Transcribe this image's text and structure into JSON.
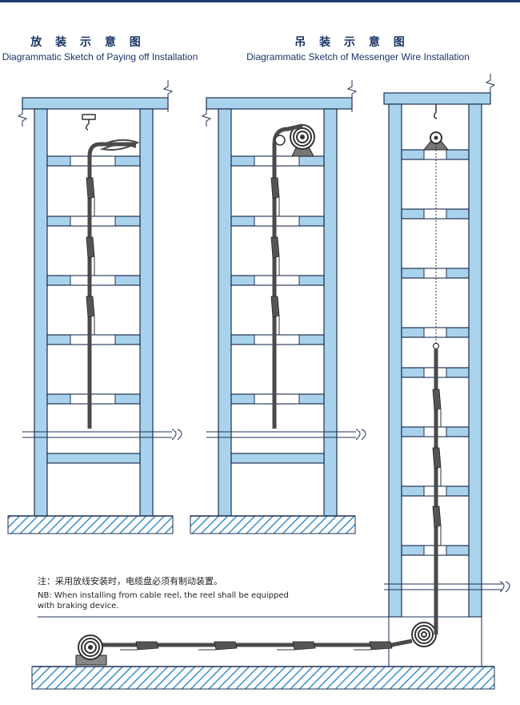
{
  "figure_left": {
    "title_zh": "放 装 示 意 图",
    "title_en": "Diagrammatic Sketch of Paying off Installation"
  },
  "figure_right": {
    "title_zh": "吊 装 示 意 图",
    "title_en": "Diagrammatic Sketch of Messenger Wire Installation"
  },
  "note": {
    "zh": "注：采用放线安装时，电缆盘必须有制动装置。",
    "en_line1": "NB: When installing from cable reel, the reel shall be equipped",
    "en_line2": "with braking device."
  },
  "colors": {
    "frame_fill": "#a9d3ec",
    "frame_stroke": "#1e2f52",
    "cable": "#4a4a4a",
    "ground_hatch": "#3e90c8",
    "title": "#1b3566"
  }
}
